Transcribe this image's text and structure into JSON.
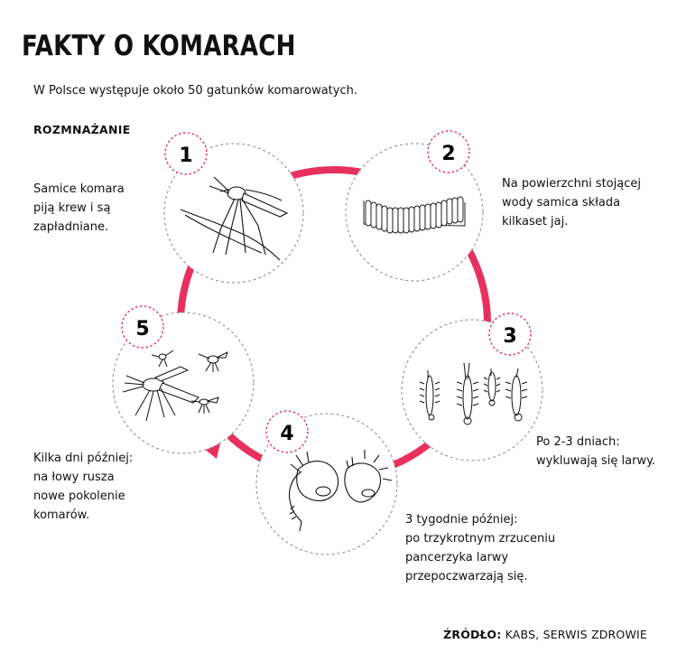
{
  "title": "FAKTY O KOMARACH",
  "subtitle": "W Polsce występuje około 50 gatunków komarowatych.",
  "section_label": "ROZMNAŻANIE",
  "steps": [
    {
      "number": "1",
      "caption_lines": [
        "Samice komara",
        "piją krew i są",
        "zapładniane."
      ],
      "icon": "mosquito-biting-icon"
    },
    {
      "number": "2",
      "caption_lines": [
        "Na powierzchni stojącej",
        "wody samica składa",
        "kilkaset jaj."
      ],
      "icon": "egg-raft-icon"
    },
    {
      "number": "3",
      "caption_lines": [
        "Po 2-3 dniach:",
        "wykluwają się larwy."
      ],
      "icon": "larvae-icon"
    },
    {
      "number": "4",
      "caption_lines": [
        "3 tygodnie później:",
        "po trzykrotnym zrzuceniu",
        "pancerzyka larwy",
        "przepoczwarzają się."
      ],
      "icon": "pupae-icon"
    },
    {
      "number": "5",
      "caption_lines": [
        "Kilka dni później:",
        "na łowy rusza",
        "nowe pokolenie",
        "komarów."
      ],
      "icon": "mosquito-swarm-icon"
    }
  ],
  "source": {
    "label": "ŹRÓDŁO:",
    "value": "KABS, SERWIS ZDROWIE"
  },
  "colors": {
    "accent": "#e8305f",
    "text": "#111111",
    "circle_border": "#888888"
  }
}
